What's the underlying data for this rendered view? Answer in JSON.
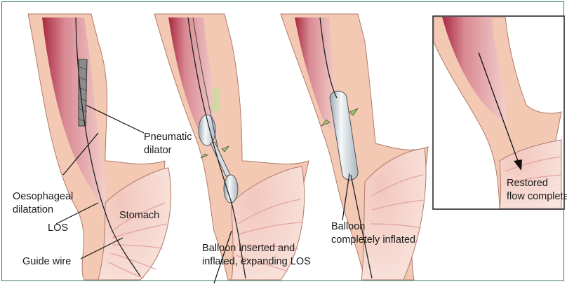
{
  "panels": [
    {
      "id": "panel-1",
      "labels": {
        "pneumatic_dilator_line1": "Pneumatic",
        "pneumatic_dilator_line2": "dilator",
        "oesophageal_line1": "Oesophageal",
        "oesophageal_line2": "dilatation",
        "stomach": "Stomach",
        "los": "LOS",
        "guide_wire": "Guide wire"
      }
    },
    {
      "id": "panel-2",
      "labels": {
        "caption_line1": "Balloon inserted and",
        "caption_line2": "inflated, expanding LOS"
      }
    },
    {
      "id": "panel-3",
      "labels": {
        "caption_line1": "Balloon",
        "caption_line2": "completely inflated"
      }
    },
    {
      "id": "panel-4",
      "labels": {
        "caption_line1": "Restored",
        "caption_line2": "flow complete"
      }
    }
  ],
  "colors": {
    "frame": "#2e7d5b",
    "tissue": "#f3c9b4",
    "lumen": "#d98a93",
    "lumen_dark": "#b83a4e",
    "balloon": "#e8eef2",
    "arrow_green": "#9ec56a"
  }
}
